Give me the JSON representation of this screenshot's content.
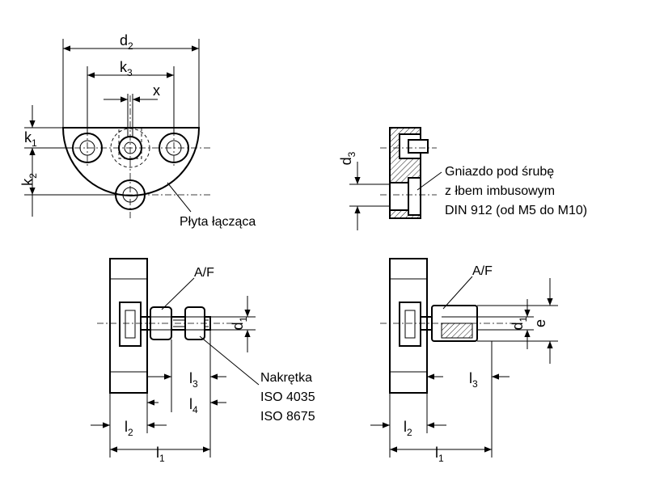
{
  "labels": {
    "d2": {
      "main": "d",
      "sub": "2"
    },
    "k3": {
      "main": "k",
      "sub": "3"
    },
    "x": "x",
    "k1": {
      "main": "k",
      "sub": "1"
    },
    "k2": {
      "main": "k",
      "sub": "2"
    },
    "d3": {
      "main": "d",
      "sub": "3"
    },
    "d1": {
      "main": "d",
      "sub": "1"
    },
    "l1": {
      "main": "l",
      "sub": "1"
    },
    "l2": {
      "main": "l",
      "sub": "2"
    },
    "l3": {
      "main": "l",
      "sub": "3"
    },
    "l4": {
      "main": "l",
      "sub": "4"
    },
    "e": "e",
    "af": "A/F"
  },
  "notes": {
    "plate": "Płyta łącząca",
    "socket": [
      "Gniazdo pod śrubę",
      "z łbem imbusowym",
      "DIN 912 (od M5 do M10)"
    ],
    "nut": [
      "Nakrętka",
      "ISO 4035",
      "ISO 8675"
    ]
  }
}
